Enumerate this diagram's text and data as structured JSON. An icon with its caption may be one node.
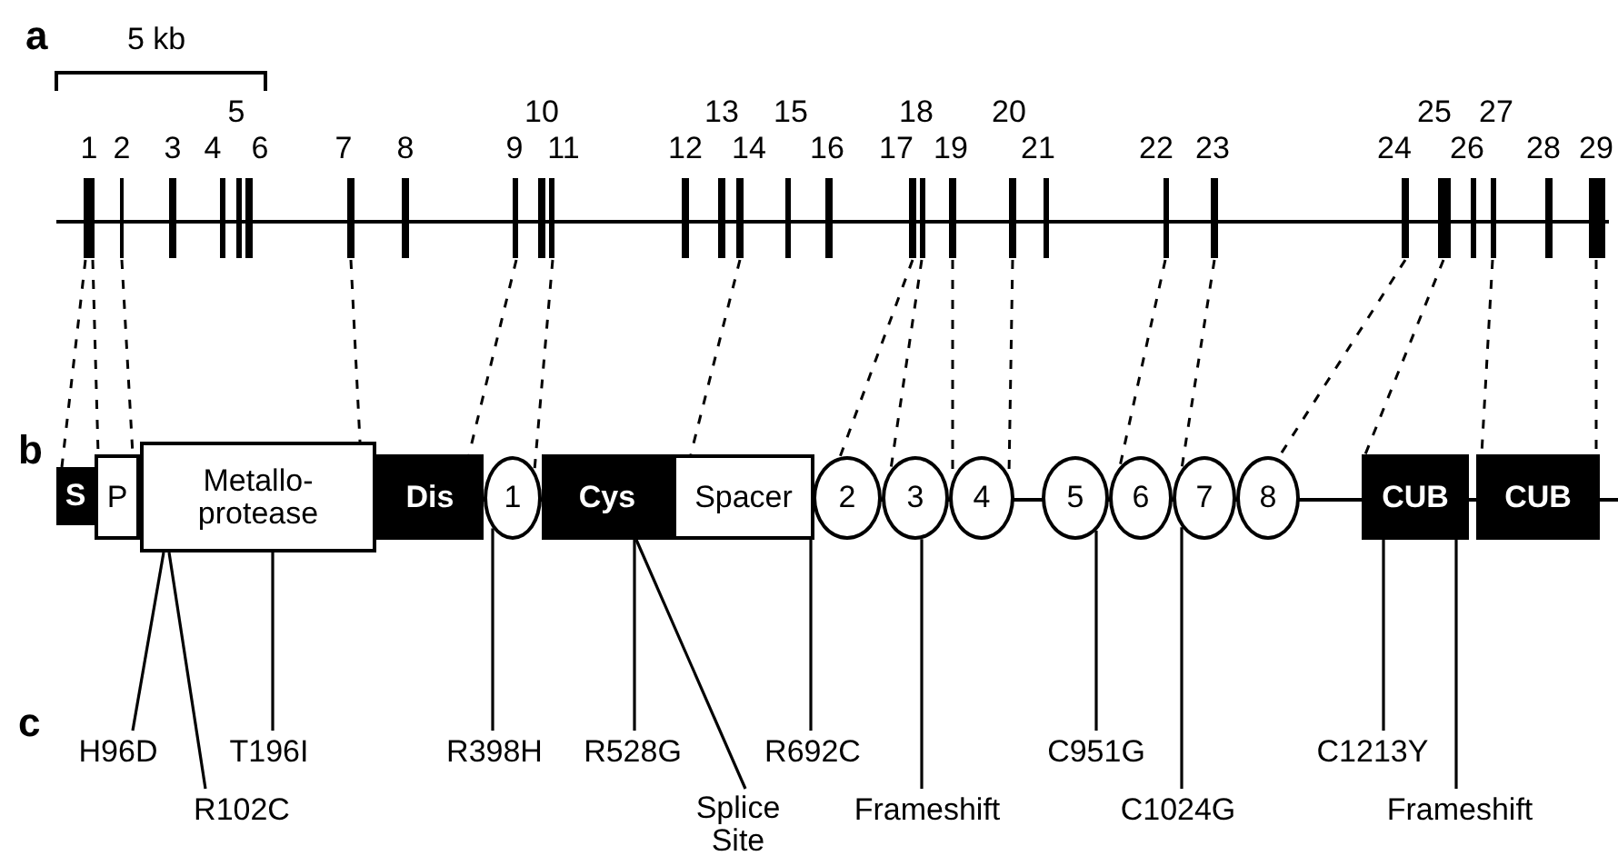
{
  "diagram": {
    "nodes": [
      {
        "text": [
          "1"
        ]
      },
      {
        "text": [
          "2"
        ]
      },
      {
        "text": [
          "3"
        ]
      },
      {
        "text": [
          "4"
        ]
      },
      {
        "text": [
          "5"
        ]
      },
      {
        "text": [
          "6"
        ]
      },
      {
        "text": [
          "7"
        ]
      },
      {
        "text": [
          "8"
        ]
      },
      {
        "text": [
          "9"
        ]
      },
      {
        "text": [
          "10"
        ]
      },
      {
        "text": [
          "11"
        ]
      },
      {
        "text": [
          "12"
        ]
      },
      {
        "text": [
          "13"
        ]
      },
      {
        "text": [
          "14"
        ]
      },
      {
        "text": [
          "15"
        ]
      },
      {
        "text": [
          "16"
        ]
      },
      {
        "text": [
          "17"
        ]
      },
      {
        "text": [
          "18"
        ]
      },
      {
        "text": [
          "19"
        ]
      },
      {
        "text": [
          "20"
        ]
      },
      {
        "text": [
          "21"
        ]
      },
      {
        "text": [
          "22"
        ]
      },
      {
        "text": [
          "23"
        ]
      },
      {
        "text": [
          "24"
        ]
      },
      {
        "text": [
          "25"
        ]
      },
      {
        "text": [
          "26"
        ]
      },
      {
        "text": [
          "27"
        ]
      },
      {
        "text": [
          "28"
        ]
      },
      {
        "text": [
          "29"
        ]
      },
      {
        "text": [
          "S"
        ]
      },
      {
        "text": [
          "P"
        ]
      },
      {
        "text": [
          "Metallo- protease"
        ]
      },
      {
        "text": [
          "Dis"
        ]
      },
      {
        "text": [
          "1"
        ]
      },
      {
        "text": [
          "Cys"
        ]
      },
      {
        "text": [
          "Spacer"
        ]
      },
      {
        "text": [
          "2"
        ]
      },
      {
        "text": [
          "3"
        ]
      },
      {
        "text": [
          "4"
        ]
      },
      {
        "text": [
          "5"
        ]
      },
      {
        "text": [
          "6"
        ]
      },
      {
        "text": [
          "7"
        ]
      },
      {
        "text": [
          "8"
        ]
      },
      {
        "text": [
          "CUB"
        ]
      },
      {
        "text": [
          "CUB"
        ]
      },
      {
        "text": [
          "H96D"
        ]
      },
      {
        "text": [
          "R102C"
        ]
      },
      {
        "text": [
          "T196I"
        ]
      },
      {
        "text": [
          "R398H"
        ]
      },
      {
        "text": [
          "R528G"
        ]
      },
      {
        "text": [
          "Splice Site"
        ]
      },
      {
        "text": [
          "R692C"
        ]
      },
      {
        "text": [
          "Frameshift"
        ]
      },
      {
        "text": [
          "C951G"
        ]
      },
      {
        "text": [
          "C1024G"
        ]
      },
      {
        "text": [
          "C1213Y"
        ]
      },
      {
        "text": [
          "Frameshift"
        ]
      }
    ],
    "edges": [
      {
        "from": 0,
        "to": 29,
        "arrow": "none",
        "style": "dashed"
      },
      {
        "from": 0,
        "to": 30,
        "arrow": "none",
        "style": "dashed"
      },
      {
        "from": 1,
        "to": 30,
        "arrow": "none",
        "style": "dashed"
      },
      {
        "from": 6,
        "to": 31,
        "arrow": "none",
        "style": "dashed"
      },
      {
        "from": 8,
        "to": 32,
        "arrow": "none",
        "style": "dashed"
      },
      {
        "from": 10,
        "to": 33,
        "arrow": "none",
        "style": "dashed"
      },
      {
        "from": 13,
        "to": 35,
        "arrow": "none",
        "style": "dashed"
      },
      {
        "from": 16,
        "to": 36,
        "arrow": "none",
        "style": "dashed"
      },
      {
        "from": 17,
        "to": 37,
        "arrow": "none",
        "style": "dashed"
      },
      {
        "from": 18,
        "to": 38,
        "arrow": "none",
        "style": "dashed"
      },
      {
        "from": 19,
        "to": 38,
        "arrow": "none",
        "style": "dashed"
      },
      {
        "from": 21,
        "to": 40,
        "arrow": "none",
        "style": "dashed"
      },
      {
        "from": 22,
        "to": 41,
        "arrow": "none",
        "style": "dashed"
      },
      {
        "from": 23,
        "to": 42,
        "arrow": "none",
        "style": "dashed"
      },
      {
        "from": 24,
        "to": 43,
        "arrow": "none",
        "style": "dashed"
      },
      {
        "from": 26,
        "to": 44,
        "arrow": "none",
        "style": "dashed"
      },
      {
        "from": 28,
        "to": 44,
        "arrow": "none",
        "style": "dashed"
      },
      {
        "from": 45,
        "to": 31,
        "arrow": "none"
      },
      {
        "from": 46,
        "to": 31,
        "arrow": "none"
      },
      {
        "from": 47,
        "to": 31,
        "arrow": "none"
      },
      {
        "from": 48,
        "to": 33,
        "arrow": "none"
      },
      {
        "from": 49,
        "to": 34,
        "arrow": "none"
      },
      {
        "from": 50,
        "to": 34,
        "arrow": "none"
      },
      {
        "from": 51,
        "to": 35,
        "arrow": "none"
      },
      {
        "from": 52,
        "to": 37,
        "arrow": "none"
      },
      {
        "from": 53,
        "to": 39,
        "arrow": "none"
      },
      {
        "from": 54,
        "to": 41,
        "arrow": "none"
      },
      {
        "from": 55,
        "to": 43,
        "arrow": "none"
      },
      {
        "from": 56,
        "to": 43,
        "arrow": "none"
      }
    ],
    "labels": [
      "a",
      "5 kb",
      "b",
      "c"
    ]
  }
}
